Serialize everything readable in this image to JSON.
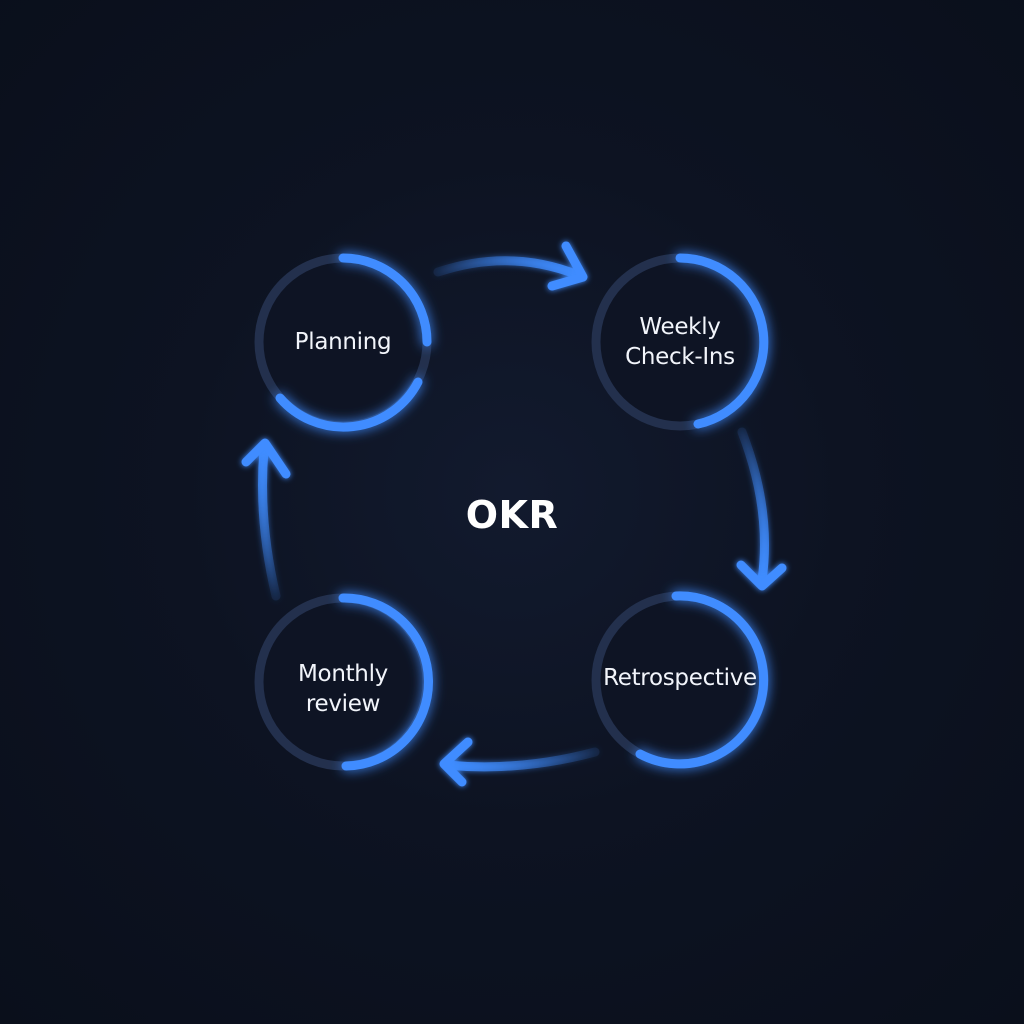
{
  "diagram": {
    "center_label": "OKR",
    "nodes": [
      {
        "id": "planning",
        "label": "Planning"
      },
      {
        "id": "weekly",
        "label": "Weekly\nCheck-Ins"
      },
      {
        "id": "retro",
        "label": "Retrospective"
      },
      {
        "id": "monthly",
        "label": "Monthly\nreview"
      }
    ],
    "cycle_order": [
      "planning",
      "weekly",
      "retro",
      "monthly"
    ],
    "colors": {
      "background": "#0c1120",
      "node_fill": "#0e1424",
      "ring_dim": "#23304d",
      "ring_accent": "#3f8cff",
      "arrow": "#3f8cff",
      "text": "#f2f5fb"
    }
  }
}
